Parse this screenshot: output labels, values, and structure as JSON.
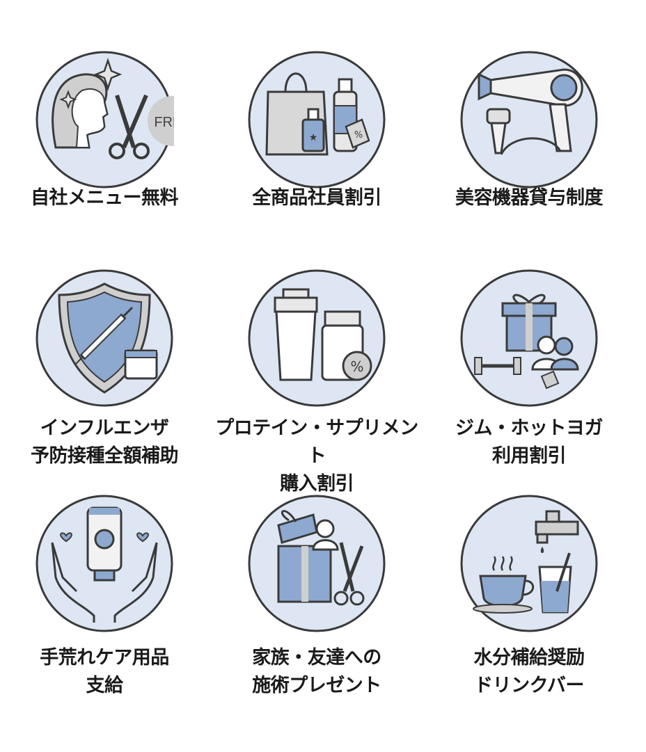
{
  "colors": {
    "circle_fill": "#dde6f2",
    "stroke": "#3a3a3a",
    "accent_blue": "#8ea9cf",
    "gray": "#cfcfcf"
  },
  "benefits": [
    {
      "icon": "hair-scissors-free-icon",
      "badge": "FREE",
      "lines": [
        "自社メニュー無料"
      ]
    },
    {
      "icon": "shopping-bag-products-icon",
      "badge": "%",
      "lines": [
        "全商品社員割引"
      ]
    },
    {
      "icon": "hair-dryer-icon",
      "lines": [
        "美容機器貸与制度"
      ]
    },
    {
      "icon": "shield-vaccine-icon",
      "lines": [
        "インフルエンザ",
        "予防接種全額補助"
      ]
    },
    {
      "icon": "protein-shaker-icon",
      "badge": "%",
      "lines": [
        "プロテイン・サプリメント",
        "購入割引"
      ]
    },
    {
      "icon": "gym-gift-icon",
      "lines": [
        "ジム・ホットヨガ",
        "利用割引"
      ]
    },
    {
      "icon": "hand-cream-icon",
      "lines": [
        "手荒れケア用品",
        "支給"
      ]
    },
    {
      "icon": "gift-box-scissors-icon",
      "lines": [
        "家族・友達への",
        "施術プレゼント"
      ]
    },
    {
      "icon": "water-drink-icon",
      "lines": [
        "水分補給奨励",
        "ドリンクバー"
      ]
    }
  ]
}
